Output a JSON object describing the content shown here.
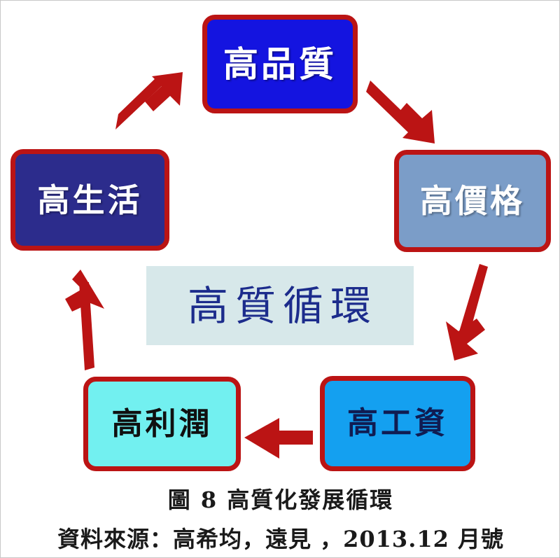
{
  "diagram": {
    "title_caption": "圖 8  高質化發展循環",
    "source_caption": "資料來源：高希均，遠見  ，2013.12 月號",
    "center_label": "高質循環",
    "colors": {
      "border_red": "#bb1414",
      "arrow_red": "#bb1414",
      "quality_fill": "#1414e0",
      "price_fill": "#7b9dc8",
      "wage_fill": "#14a0f0",
      "profit_fill": "#72f0f0",
      "life_fill": "#2c2c8c",
      "center_fill": "#d7e8ea",
      "center_text": "#1c2c8c"
    },
    "nodes": [
      {
        "id": "quality",
        "label": "高品質",
        "position": "top"
      },
      {
        "id": "price",
        "label": "高價格",
        "position": "right"
      },
      {
        "id": "wage",
        "label": "高工資",
        "position": "bottom-right"
      },
      {
        "id": "profit",
        "label": "高利潤",
        "position": "bottom-left"
      },
      {
        "id": "life",
        "label": "高生活",
        "position": "left"
      }
    ],
    "arrows": [
      {
        "id": "life-to-quality",
        "from": "高生活",
        "to": "高品質",
        "direction": "up-right"
      },
      {
        "id": "quality-to-price",
        "from": "高品質",
        "to": "高價格",
        "direction": "down-right"
      },
      {
        "id": "price-to-wage",
        "from": "高價格",
        "to": "高工資",
        "direction": "down"
      },
      {
        "id": "wage-to-profit",
        "from": "高工資",
        "to": "高利潤",
        "direction": "left"
      },
      {
        "id": "profit-to-life",
        "from": "高利潤",
        "to": "高生活",
        "direction": "up"
      }
    ]
  }
}
